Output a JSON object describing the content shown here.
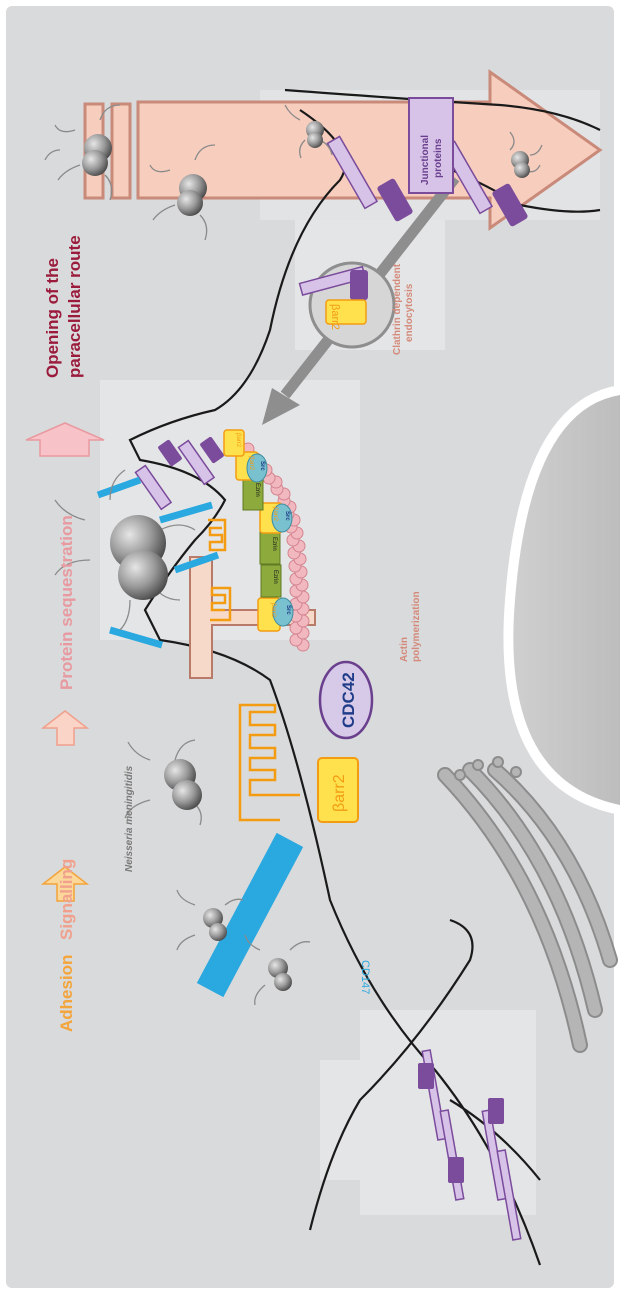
{
  "steps": {
    "adhesion": "Adhesion",
    "signalling": "Signalling",
    "sequestration": "Protein sequestration",
    "opening_line1": "Opening of the",
    "opening_line2": "paracellular route"
  },
  "labels": {
    "cd147": "CD147",
    "neisseria": "Neisseria meningitidis",
    "barr2": "βarr2",
    "cdc42": "CDC42",
    "actin_line1": "Actin",
    "actin_line2": "polymerization",
    "src": "Src",
    "ezrin": "Ezrin",
    "clathrin_line1": "Clathrin dependent",
    "clathrin_line2": "endocytosis",
    "junctional_line1": "Junctional",
    "junctional_line2": "proteins"
  },
  "colors": {
    "background": "#d9dadb",
    "panel": "#e6e7e8",
    "membrane": "#1a1a1a",
    "adhesion": "#f3a43b",
    "signalling": "#f0a08c",
    "sequestration": "#e89aa0",
    "opening": "#9b1b3c",
    "cd147": "#2aa8e0",
    "barr2_fill": "#ffe14d",
    "barr2_stroke": "#f39c12",
    "receptor": "#f39c12",
    "cdc42_fill": "#d7c9e8",
    "cdc42_stroke": "#6a3f8e",
    "cdc42_text": "#1f3c88",
    "junctional": "#b79ccf",
    "junctional_dark": "#7b4b9c",
    "actin": "#f2b8c0",
    "actin_arrow": "#f7d9c9",
    "ezrin": "#8cab3c",
    "src": "#7ac1cf",
    "junction_arrow": "#f7cdbd",
    "clathrin_text": "#d48a7a",
    "cd147_text": "#2aa8e0",
    "neisseria_text": "#7a7a7a"
  }
}
